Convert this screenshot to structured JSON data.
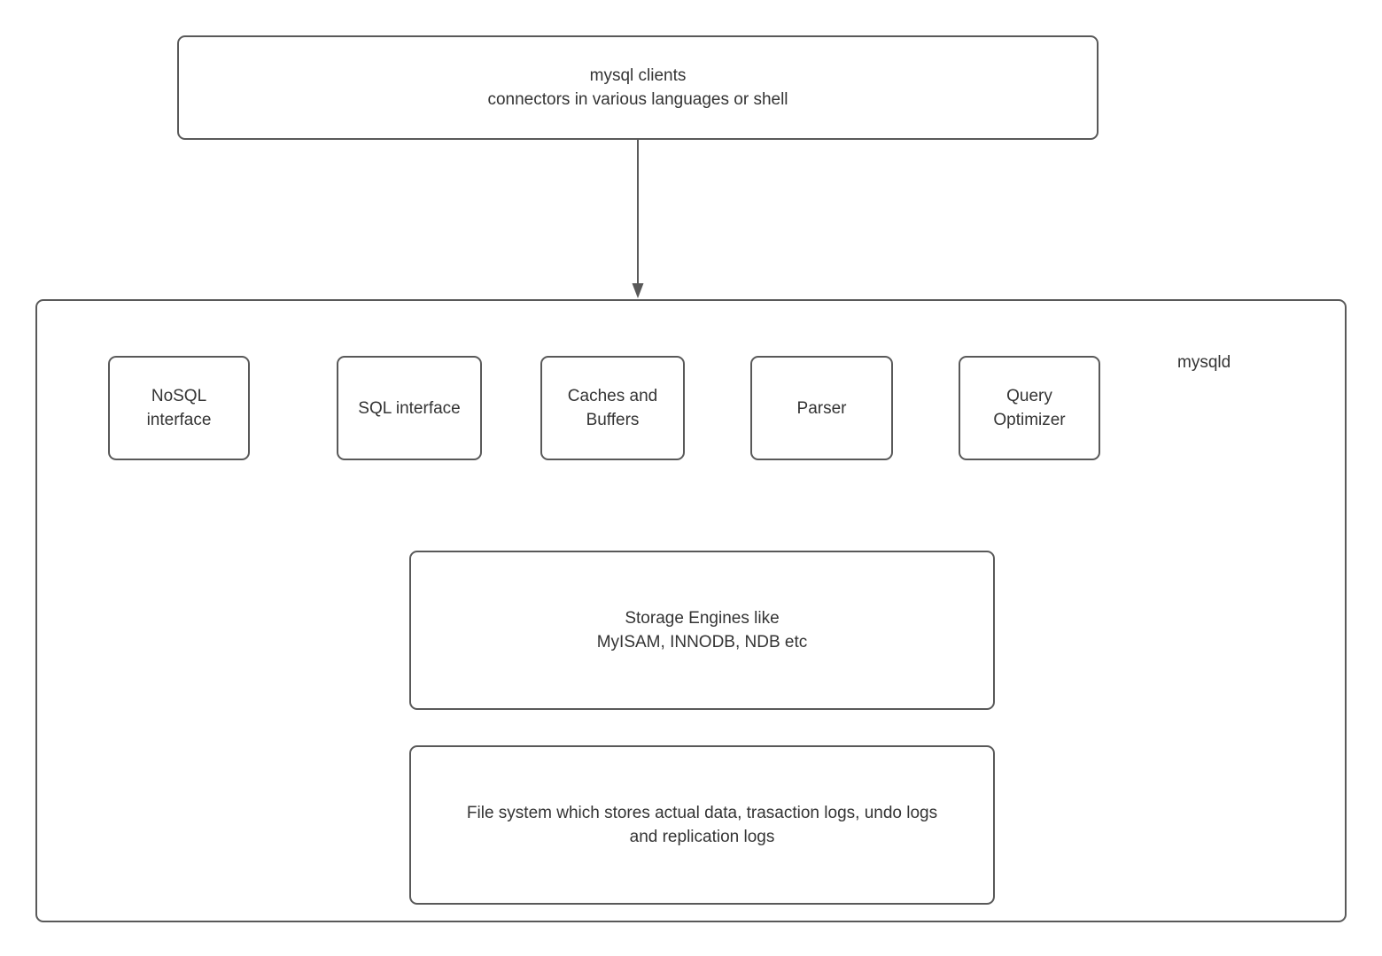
{
  "diagram": {
    "clients_box": {
      "label": "mysql clients\nconnectors in various languages or shell"
    },
    "arrow": {
      "from": "clients-box",
      "to": "mysqld-container",
      "direction": "down"
    },
    "mysqld_label": "mysqld",
    "components": [
      {
        "label": "NoSQL\ninterface"
      },
      {
        "label": "SQL interface"
      },
      {
        "label": "Caches and\nBuffers"
      },
      {
        "label": "Parser"
      },
      {
        "label": "Query\nOptimizer"
      }
    ],
    "storage_engines_box": {
      "label": "Storage Engines like\nMyISAM, INNODB, NDB etc"
    },
    "file_system_box": {
      "label": "File system which stores actual data, trasaction logs, undo logs\nand replication logs"
    }
  },
  "colors": {
    "border": "#595959",
    "text": "#343434",
    "background": "#ffffff"
  }
}
